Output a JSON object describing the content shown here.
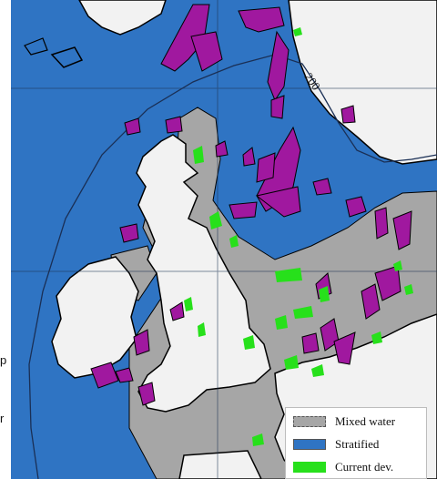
{
  "map": {
    "contour_label": "200",
    "colors": {
      "sea_stratified": "#2f74c3",
      "mixed_water": "#a6a6a6",
      "land": "#f2f2f2",
      "current_dev": "#27e01b",
      "magenta_areas": "#a0189f",
      "coast": "#000000",
      "grid": "#1d3553"
    }
  },
  "legend": {
    "items": [
      {
        "label": "Mixed water",
        "color": "#a6a6a6"
      },
      {
        "label": "Stratified",
        "color": "#2f74c3"
      },
      {
        "label": "Current dev.",
        "color": "#27e01b"
      }
    ]
  },
  "side_text": {
    "fragment_1": "p",
    "fragment_2": "r"
  }
}
